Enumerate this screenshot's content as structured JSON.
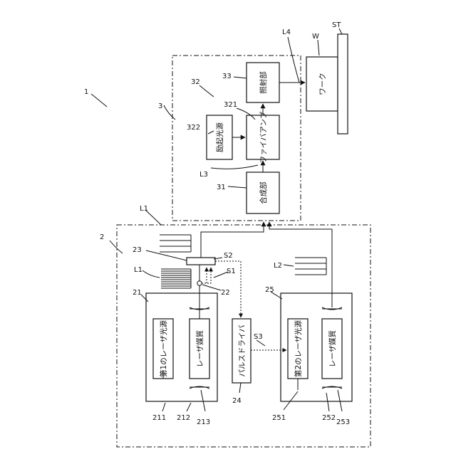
{
  "diagram": {
    "refs": {
      "system": "1",
      "unit2": "2",
      "unit3": "3",
      "r21": "21",
      "r22": "22",
      "r23": "23",
      "r24": "24",
      "r25": "25",
      "r31": "31",
      "r32": "32",
      "r33": "33",
      "r211": "211",
      "r212": "212",
      "r213": "213",
      "r251": "251",
      "r252": "252",
      "r253": "253",
      "r321": "321",
      "r322": "322",
      "L1a": "L1",
      "L1b": "L1",
      "L2": "L2",
      "L3": "L3",
      "L4": "L4",
      "S1": "S1",
      "S2": "S2",
      "S3": "S3",
      "W": "W",
      "ST": "ST"
    },
    "blocks": {
      "laser_source_1": "第1のレーザ光源",
      "laser_medium_1": "レーザ媒質",
      "pulse_driver": "パルスドライバ",
      "laser_source_2": "第2のレーザ光源",
      "laser_medium_2": "レーザ媒質",
      "combiner": "合成部",
      "fiber_amp": "ファイバアンプ",
      "pump_source": "励起光源",
      "irradiation": "照射部",
      "work": "ワーク"
    }
  }
}
